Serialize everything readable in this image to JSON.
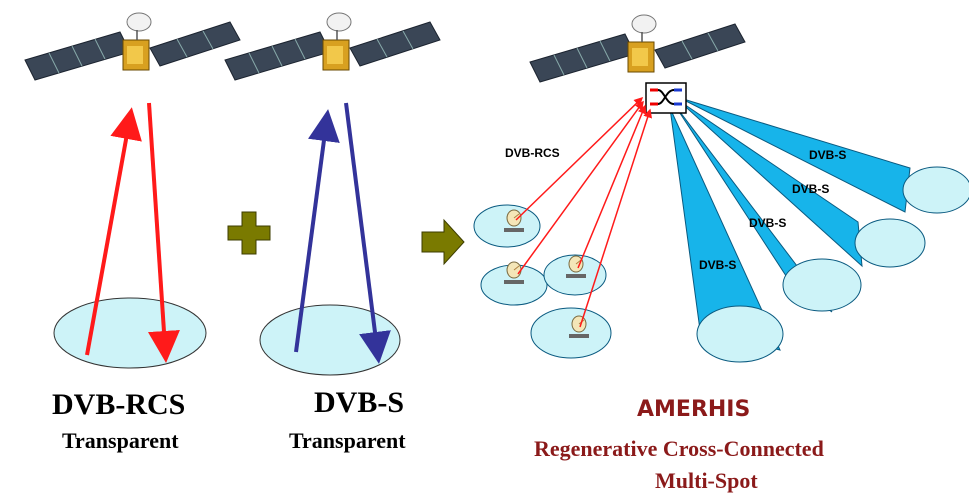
{
  "panels": {
    "rcs": {
      "title": "DVB-RCS",
      "subtitle": "Transparent"
    },
    "s": {
      "title": "DVB-S",
      "subtitle": "Transparent"
    }
  },
  "amerhis": {
    "title": "AMERHIS",
    "subtitle_line1": "Regenerative Cross-Connected",
    "subtitle_line2": "Multi-Spot",
    "uplink_label": "DVB-RCS",
    "beam_labels": [
      "DVB-S",
      "DVB-S",
      "DVB-S",
      "DVB-S"
    ]
  },
  "colors": {
    "uplink_red": "#ff1a1a",
    "downlink_blue": "#33339a",
    "coverage_fill": "#cdf3f8",
    "beam_fill": "#17b4ea",
    "operator_olive": "#7a7a00",
    "amerhis_text": "#8b1a1a"
  }
}
